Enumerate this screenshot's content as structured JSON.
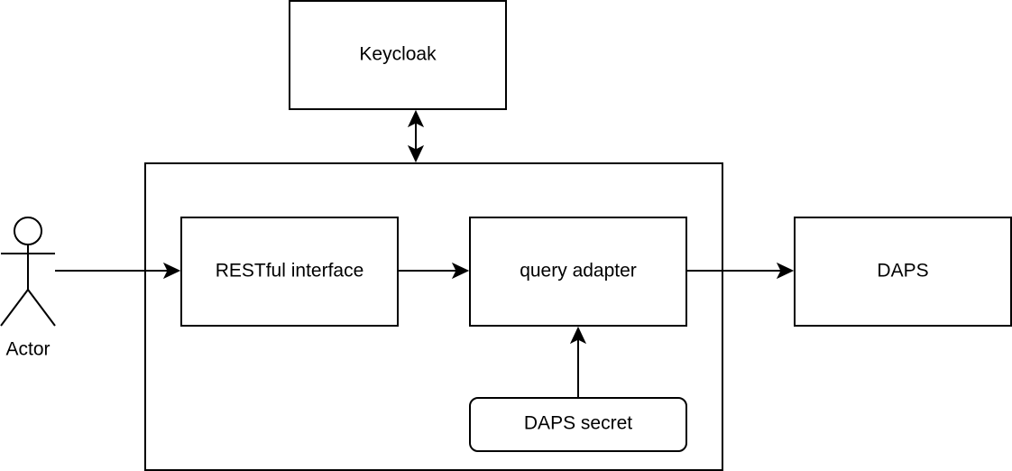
{
  "nodes": {
    "keycloak": {
      "label": "Keycloak"
    },
    "restful": {
      "label": "RESTful interface"
    },
    "query_adapter": {
      "label": "query adapter"
    },
    "daps": {
      "label": "DAPS"
    },
    "daps_secret": {
      "label": "DAPS secret"
    },
    "actor": {
      "label": "Actor"
    }
  },
  "edges": [
    {
      "from": "actor",
      "to": "restful",
      "direction": "forward"
    },
    {
      "from": "restful",
      "to": "query_adapter",
      "direction": "forward"
    },
    {
      "from": "query_adapter",
      "to": "daps",
      "direction": "forward"
    },
    {
      "from": "daps_secret",
      "to": "query_adapter",
      "direction": "forward"
    },
    {
      "from": "keycloak",
      "to": "system_container",
      "direction": "both"
    }
  ],
  "colors": {
    "stroke": "#000000",
    "fill": "#ffffff",
    "text": "#000000"
  }
}
